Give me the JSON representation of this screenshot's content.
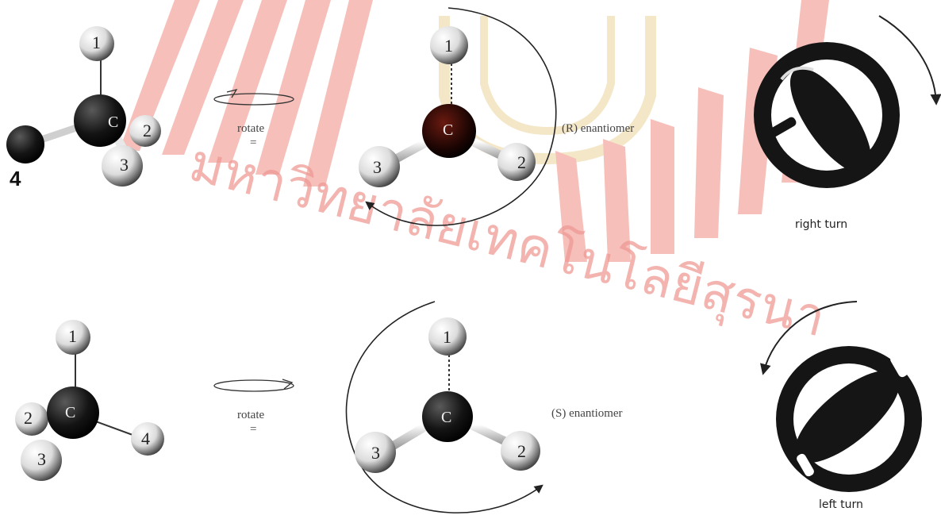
{
  "watermark": {
    "text": "มหาวิทยาลัยเทคโนโลยีสุรนา",
    "color": "#e8453c"
  },
  "colors": {
    "atom_light": "#f1f1f1",
    "atom_dark": "#111111",
    "wheel": "#151515"
  },
  "top": {
    "left_molecule": {
      "labels": [
        "1",
        "2",
        "3",
        "C"
      ],
      "handwritten_label": "4"
    },
    "rotate_label": "rotate",
    "equals_label": "=",
    "right_molecule": {
      "labels": [
        "1",
        "2",
        "3",
        "C"
      ]
    },
    "enantiomer_label": "(R) enantiomer",
    "wheel": {
      "turn_label": "right turn",
      "direction": "clockwise"
    }
  },
  "bottom": {
    "left_molecule": {
      "labels": [
        "1",
        "2",
        "3",
        "4",
        "C"
      ]
    },
    "rotate_label": "rotate",
    "equals_label": "=",
    "right_molecule": {
      "labels": [
        "1",
        "2",
        "3",
        "C"
      ]
    },
    "enantiomer_label": "(S) enantiomer",
    "wheel": {
      "turn_label": "left turn",
      "direction": "counterclockwise"
    }
  }
}
